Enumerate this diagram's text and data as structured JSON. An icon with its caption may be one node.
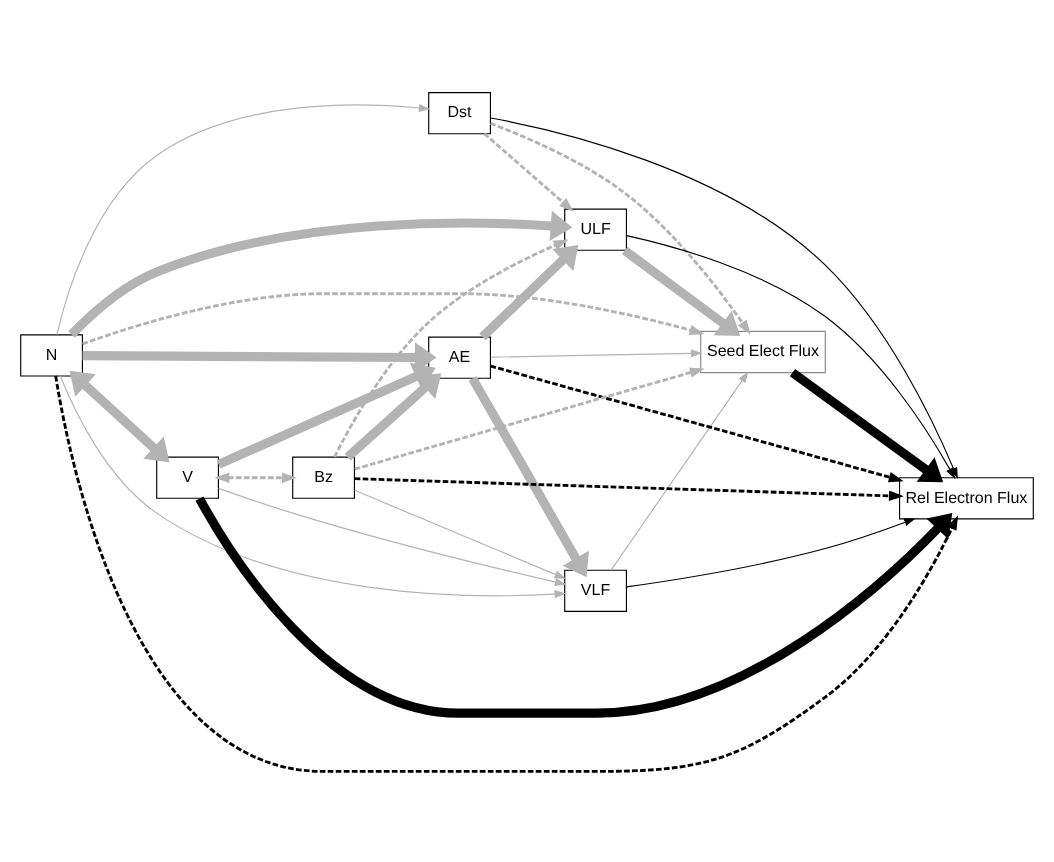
{
  "diagram": {
    "nodes": [
      {
        "text": [
          "N"
        ]
      },
      {
        "text": [
          "VLF"
        ]
      },
      {
        "text": [
          "Dst"
        ]
      },
      {
        "text": [
          "V"
        ]
      },
      {
        "text": [
          "Rel Electron Flux"
        ]
      },
      {
        "text": [
          "AE"
        ]
      },
      {
        "text": [
          "Seed Elect Flux"
        ]
      },
      {
        "text": [
          "Bz"
        ]
      },
      {
        "text": [
          "ULF"
        ]
      }
    ],
    "edges": [
      {
        "from": 0,
        "to": 4,
        "arrow": "to",
        "style": "dashed",
        "color": "#000000"
      },
      {
        "from": 1,
        "to": 4,
        "arrow": "to",
        "color": "#000000"
      },
      {
        "from": 2,
        "to": 4,
        "arrow": "to",
        "color": "#000000"
      },
      {
        "from": 3,
        "to": 4,
        "arrow": "to",
        "style": "thick",
        "color": "#000000"
      },
      {
        "from": 5,
        "to": 4,
        "arrow": "to",
        "style": "dashed",
        "color": "#000000"
      },
      {
        "from": 7,
        "to": 4,
        "arrow": "to",
        "style": "dashed",
        "color": "#000000"
      },
      {
        "from": 8,
        "to": 4,
        "arrow": "to",
        "color": "#000000"
      },
      {
        "from": 6,
        "to": 4,
        "arrow": "to",
        "style": "thick",
        "color": "#000000"
      },
      {
        "from": 0,
        "to": 1,
        "arrow": "to",
        "color": "#b3b3b3"
      },
      {
        "from": 0,
        "to": 2,
        "arrow": "to",
        "color": "#b3b3b3"
      },
      {
        "from": 0,
        "to": 6,
        "arrow": "to",
        "style": "dashed",
        "color": "#b3b3b3"
      },
      {
        "from": 0,
        "to": 3,
        "arrow": "both",
        "style": "thick",
        "color": "#b3b3b3"
      },
      {
        "from": 0,
        "to": 5,
        "arrow": "to",
        "style": "thick",
        "color": "#b3b3b3"
      },
      {
        "from": 0,
        "to": 8,
        "arrow": "to",
        "style": "thick",
        "color": "#b3b3b3"
      },
      {
        "from": 3,
        "to": 1,
        "arrow": "to",
        "color": "#b3b3b3"
      },
      {
        "from": 3,
        "to": 5,
        "arrow": "to",
        "style": "thick",
        "color": "#b3b3b3"
      },
      {
        "from": 3,
        "to": 7,
        "arrow": "both",
        "style": "dashed",
        "color": "#b3b3b3"
      },
      {
        "from": 7,
        "to": 1,
        "arrow": "to",
        "color": "#b3b3b3"
      },
      {
        "from": 7,
        "to": 5,
        "arrow": "to",
        "style": "thick",
        "color": "#b3b3b3"
      },
      {
        "from": 7,
        "to": 8,
        "arrow": "to",
        "style": "dashed",
        "color": "#b3b3b3"
      },
      {
        "from": 7,
        "to": 6,
        "arrow": "to",
        "style": "dashed",
        "color": "#b3b3b3"
      },
      {
        "from": 5,
        "to": 1,
        "arrow": "to",
        "style": "thick",
        "color": "#b3b3b3"
      },
      {
        "from": 5,
        "to": 6,
        "arrow": "to",
        "color": "#b3b3b3"
      },
      {
        "from": 5,
        "to": 8,
        "arrow": "to",
        "style": "thick",
        "color": "#b3b3b3"
      },
      {
        "from": 2,
        "to": 8,
        "arrow": "to",
        "style": "dashed",
        "color": "#b3b3b3"
      },
      {
        "from": 2,
        "to": 6,
        "arrow": "to",
        "style": "dashed",
        "color": "#b3b3b3"
      },
      {
        "from": 1,
        "to": 6,
        "arrow": "to",
        "color": "#b3b3b3"
      },
      {
        "from": 8,
        "to": 6,
        "arrow": "to",
        "style": "thick",
        "color": "#b3b3b3"
      }
    ]
  }
}
